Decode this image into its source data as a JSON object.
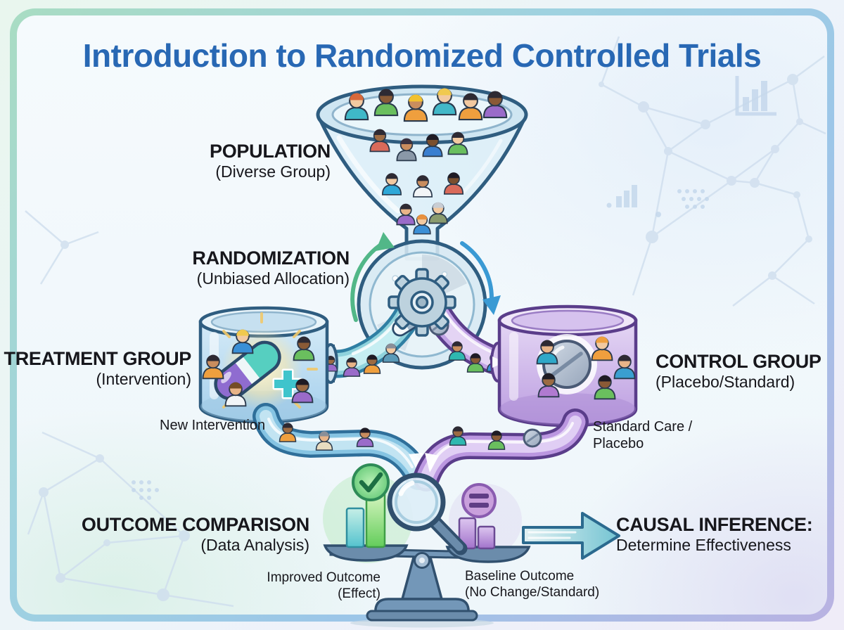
{
  "title": "Introduction to Randomized Controlled Trials",
  "stages": {
    "population": {
      "label": "POPULATION",
      "sublabel": "(Diverse Group)"
    },
    "randomization": {
      "label": "RANDOMIZATION",
      "sublabel": "(Unbiased Allocation)"
    },
    "treatment_group": {
      "label": "TREATMENT GROUP",
      "sublabel": "(Intervention)"
    },
    "control_group": {
      "label": "CONTROL GROUP",
      "sublabel": "(Placebo/Standard)"
    },
    "outcome_comparison": {
      "label": "OUTCOME COMPARISON",
      "sublabel": "(Data Analysis)"
    },
    "causal_inference": {
      "label": "CAUSAL INFERENCE:",
      "sublabel": "Determine Effectiveness"
    }
  },
  "flow_labels": {
    "treatment_flow": "New Intervention",
    "control_flow_line1": "Standard Care /",
    "control_flow_line2": "Placebo",
    "improved_line1": "Improved Outcome",
    "improved_line2": "(Effect)",
    "baseline_line1": "Baseline Outcome",
    "baseline_line2": "(No Change/Standard)"
  },
  "icons": {
    "funnel": "funnel-icon",
    "person": "person-icon",
    "gear": "gear-icon",
    "rotate_ccw": "rotate-ccw-arrow-icon",
    "rotate_cw": "rotate-cw-arrow-icon",
    "capsule": "capsule-pill-icon",
    "plus": "medical-plus-icon",
    "tablet": "placebo-tablet-icon",
    "check": "checkmark-icon",
    "equals": "equals-icon",
    "magnifier": "magnifier-icon",
    "balance": "balance-scale-icon",
    "bars": "bar-chart-icon",
    "causal_arrow": "right-arrow-icon"
  },
  "colors": {
    "title_blue": "#2868b4",
    "outline_navy": "#2f5d80",
    "treatment_fill": "#aed6f0",
    "control_fill": "#c3a6e4",
    "control_outline": "#5a3d8a",
    "teal_tube": "#9fdde6",
    "purple_tube": "#c9aee8",
    "pill_teal": "#56cfc0",
    "pill_purple": "#8f6cd0",
    "check_green": "#6fce7f",
    "equals_purple": "#c9a0dc",
    "causal_arrow_teal": "#7fc8d4",
    "scale_steel": "#7397b8",
    "background_network": "#cfdeee",
    "frame_mint": "#a9dcc3",
    "frame_blue": "#9cc6e8",
    "frame_lavender": "#b9b2e2"
  }
}
